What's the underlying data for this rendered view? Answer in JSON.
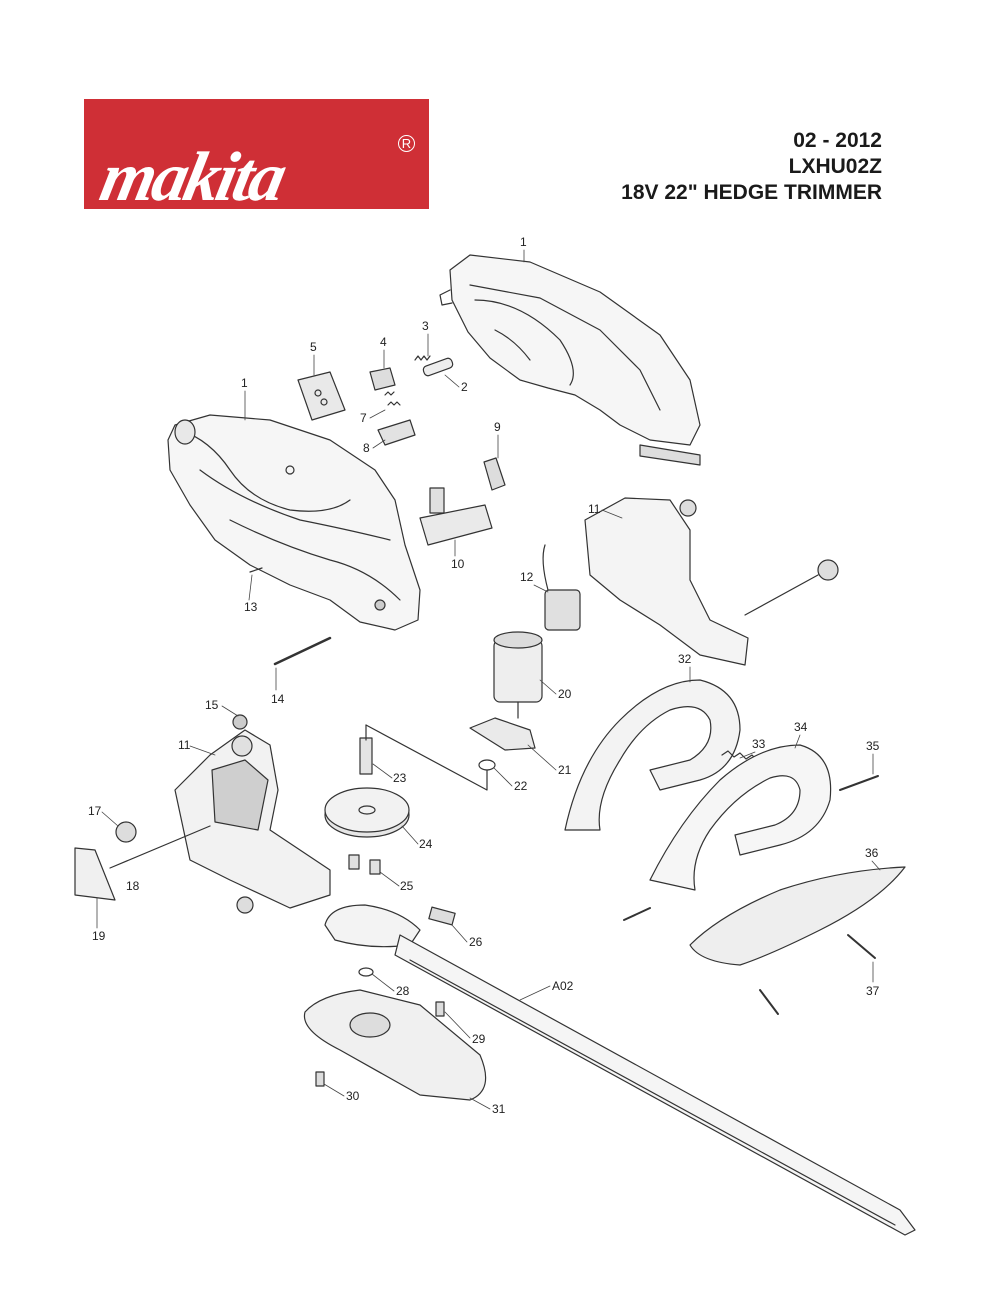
{
  "logo": {
    "wordmark": "makita",
    "registered_mark": "R"
  },
  "header": {
    "date": "02 - 2012",
    "model": "LXHU02Z",
    "description": "18V 22\" HEDGE TRIMMER"
  },
  "callouts": [
    {
      "id": "c1a",
      "label": "1"
    },
    {
      "id": "c1b",
      "label": "1"
    },
    {
      "id": "c2",
      "label": "2"
    },
    {
      "id": "c3",
      "label": "3"
    },
    {
      "id": "c4",
      "label": "4"
    },
    {
      "id": "c5",
      "label": "5"
    },
    {
      "id": "c7",
      "label": "7"
    },
    {
      "id": "c8",
      "label": "8"
    },
    {
      "id": "c9",
      "label": "9"
    },
    {
      "id": "c10",
      "label": "10"
    },
    {
      "id": "c11a",
      "label": "11"
    },
    {
      "id": "c11b",
      "label": "11"
    },
    {
      "id": "c12",
      "label": "12"
    },
    {
      "id": "c13",
      "label": "13"
    },
    {
      "id": "c14",
      "label": "14"
    },
    {
      "id": "c15",
      "label": "15"
    },
    {
      "id": "c17",
      "label": "17"
    },
    {
      "id": "c18",
      "label": "18"
    },
    {
      "id": "c19",
      "label": "19"
    },
    {
      "id": "c20",
      "label": "20"
    },
    {
      "id": "c21",
      "label": "21"
    },
    {
      "id": "c22",
      "label": "22"
    },
    {
      "id": "c23",
      "label": "23"
    },
    {
      "id": "c24",
      "label": "24"
    },
    {
      "id": "c25",
      "label": "25"
    },
    {
      "id": "c26",
      "label": "26"
    },
    {
      "id": "cA02",
      "label": "A02"
    },
    {
      "id": "c28",
      "label": "28"
    },
    {
      "id": "c29",
      "label": "29"
    },
    {
      "id": "c30",
      "label": "30"
    },
    {
      "id": "c31",
      "label": "31"
    },
    {
      "id": "c32",
      "label": "32"
    },
    {
      "id": "c33",
      "label": "33"
    },
    {
      "id": "c34",
      "label": "34"
    },
    {
      "id": "c35",
      "label": "35"
    },
    {
      "id": "c36",
      "label": "36"
    },
    {
      "id": "c37",
      "label": "37"
    }
  ]
}
